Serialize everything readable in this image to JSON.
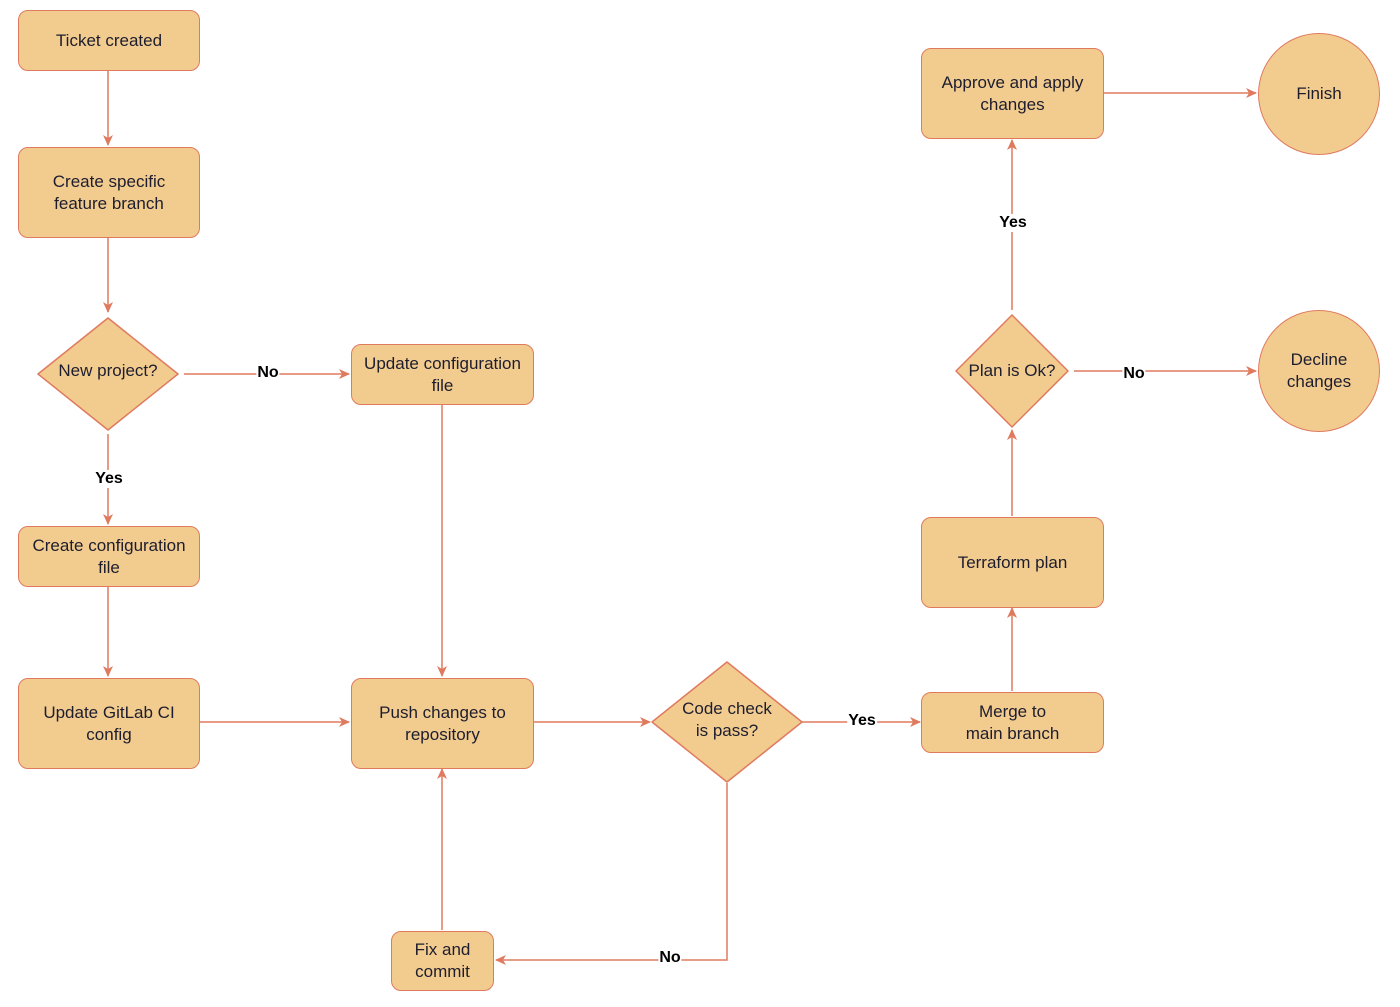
{
  "nodes": {
    "ticket_created": "Ticket created",
    "create_branch": "Create specific\nfeature branch",
    "new_project": "New project?",
    "update_config": "Update configuration\nfile",
    "create_config": "Create configuration\nfile",
    "update_gitlab": "Update GitLab CI\nconfig",
    "push_changes": "Push changes to\nrepository",
    "code_check": "Code check\nis pass?",
    "fix_commit": "Fix and\ncommit",
    "merge": "Merge to\nmain branch",
    "terraform_plan": "Terraform plan",
    "plan_ok": "Plan is Ok?",
    "approve": "Approve and apply\nchanges",
    "finish": "Finish",
    "decline": "Decline\nchanges"
  },
  "edge_labels": {
    "new_project_no": "No",
    "new_project_yes": "Yes",
    "code_check_yes": "Yes",
    "code_check_no": "No",
    "plan_ok_yes": "Yes",
    "plan_ok_no": "No"
  },
  "colors": {
    "fill": "#f2cc8f",
    "stroke": "#e07a5f",
    "text": "#1d1d2e"
  }
}
